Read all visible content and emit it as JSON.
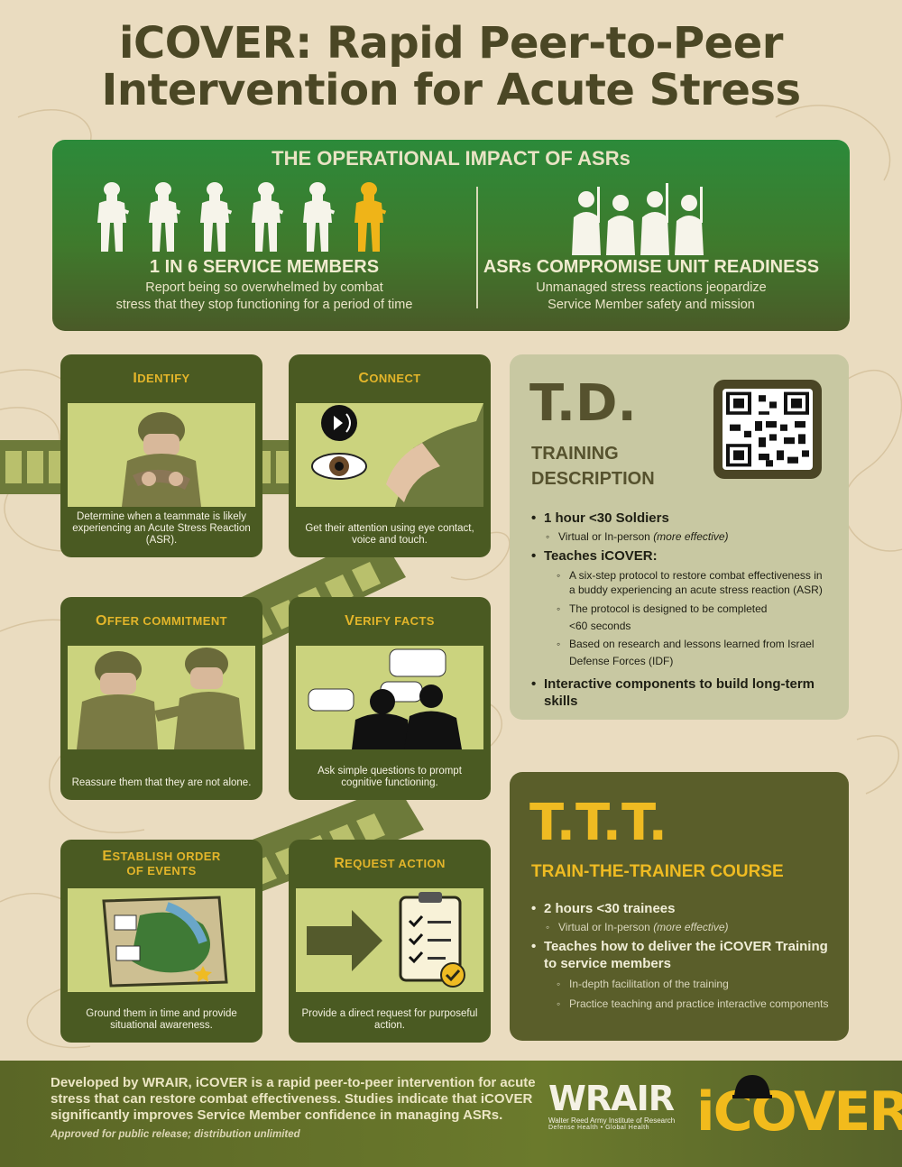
{
  "title": {
    "line1": "iCOVER: Rapid Peer-to-Peer",
    "line2": "Intervention for Acute Stress"
  },
  "impact": {
    "heading": "THE OPERATIONAL IMPACT OF ASRs",
    "left": {
      "headline": "1 IN 6 SERVICE MEMBERS",
      "line1": "Report being so overwhelmed by combat",
      "line2": "stress that they stop functioning for a period of time",
      "ratio_affected": 1,
      "ratio_total": 6
    },
    "right": {
      "headline": "ASRs COMPROMISE UNIT READINESS",
      "line1": "Unmanaged stress reactions jeopardize",
      "line2": "Service Member safety and mission"
    }
  },
  "steps": [
    {
      "first": "I",
      "rest": "DENTIFY",
      "rest2": "",
      "caption": "Determine when a teammate is likely experiencing an Acute Stress Reaction (ASR)."
    },
    {
      "first": "C",
      "rest": "ONNECT",
      "rest2": "",
      "caption": "Get their attention using eye contact, voice and touch."
    },
    {
      "first": "O",
      "rest": "FFER COMMITMENT",
      "rest2": "",
      "caption": "Reassure them that they are not alone."
    },
    {
      "first": "V",
      "rest": "ERIFY FACTS",
      "rest2": "",
      "caption": "Ask simple questions to prompt cognitive functioning."
    },
    {
      "first": "E",
      "rest": "STABLISH ORDER",
      "rest2": "OF EVENTS",
      "caption": "Ground them in time and provide situational awareness."
    },
    {
      "first": "R",
      "rest": "EQUEST ACTION",
      "rest2": "",
      "caption": "Provide a direct request for purposeful action."
    }
  ],
  "td": {
    "big": "T.D.",
    "sub1": "TRAINING",
    "sub2": "DESCRIPTION",
    "b1": "1 hour <30 Soldiers",
    "b1a": "Virtual or In-person",
    "b1a_em": "(more effective)",
    "b2": "Teaches iCOVER:",
    "b2a": "A six-step protocol to restore combat effectiveness in a buddy experiencing an acute stress reaction (ASR)",
    "b2b": "The protocol is designed to be completed",
    "b2c": "<60 seconds",
    "b2d": "Based on research and lessons learned from Israel Defense Forces (IDF)",
    "b3": "Interactive components to build long-term skills"
  },
  "ttt": {
    "big": "T.T.T.",
    "sub": "TRAIN-THE-TRAINER COURSE",
    "b1": "2 hours <30 trainees",
    "b1a": "Virtual or In-person",
    "b1a_em": "(more effective)",
    "b2": "Teaches how to deliver the iCOVER Training to service members",
    "b2a": "In-depth facilitation of the training",
    "b2b": "Practice teaching and practice interactive components"
  },
  "footer": {
    "text": "Developed by WRAIR, iCOVER is a rapid peer-to-peer intervention for acute stress that can restore combat effectiveness. Studies indicate that iCOVER significantly improves Service Member confidence in managing ASRs.",
    "approval": "Approved for public release; distribution unlimited",
    "wrair": "WRAIR",
    "wrair_sub": "Walter Reed Army Institute of Research",
    "wrair_sub2": "Defense Health  •  Global Health",
    "icover": "iCOVER"
  },
  "colors": {
    "olive": "#4a5a22",
    "gold": "#efbb22",
    "green": "#2c8a3a",
    "tan": "#eadcc0"
  },
  "icons": [
    "soldier-silhouette-icon",
    "qr-code-icon",
    "speech-icon",
    "eye-icon",
    "map-icon",
    "arrow-right-icon",
    "clipboard-icon",
    "helmet-icon"
  ]
}
